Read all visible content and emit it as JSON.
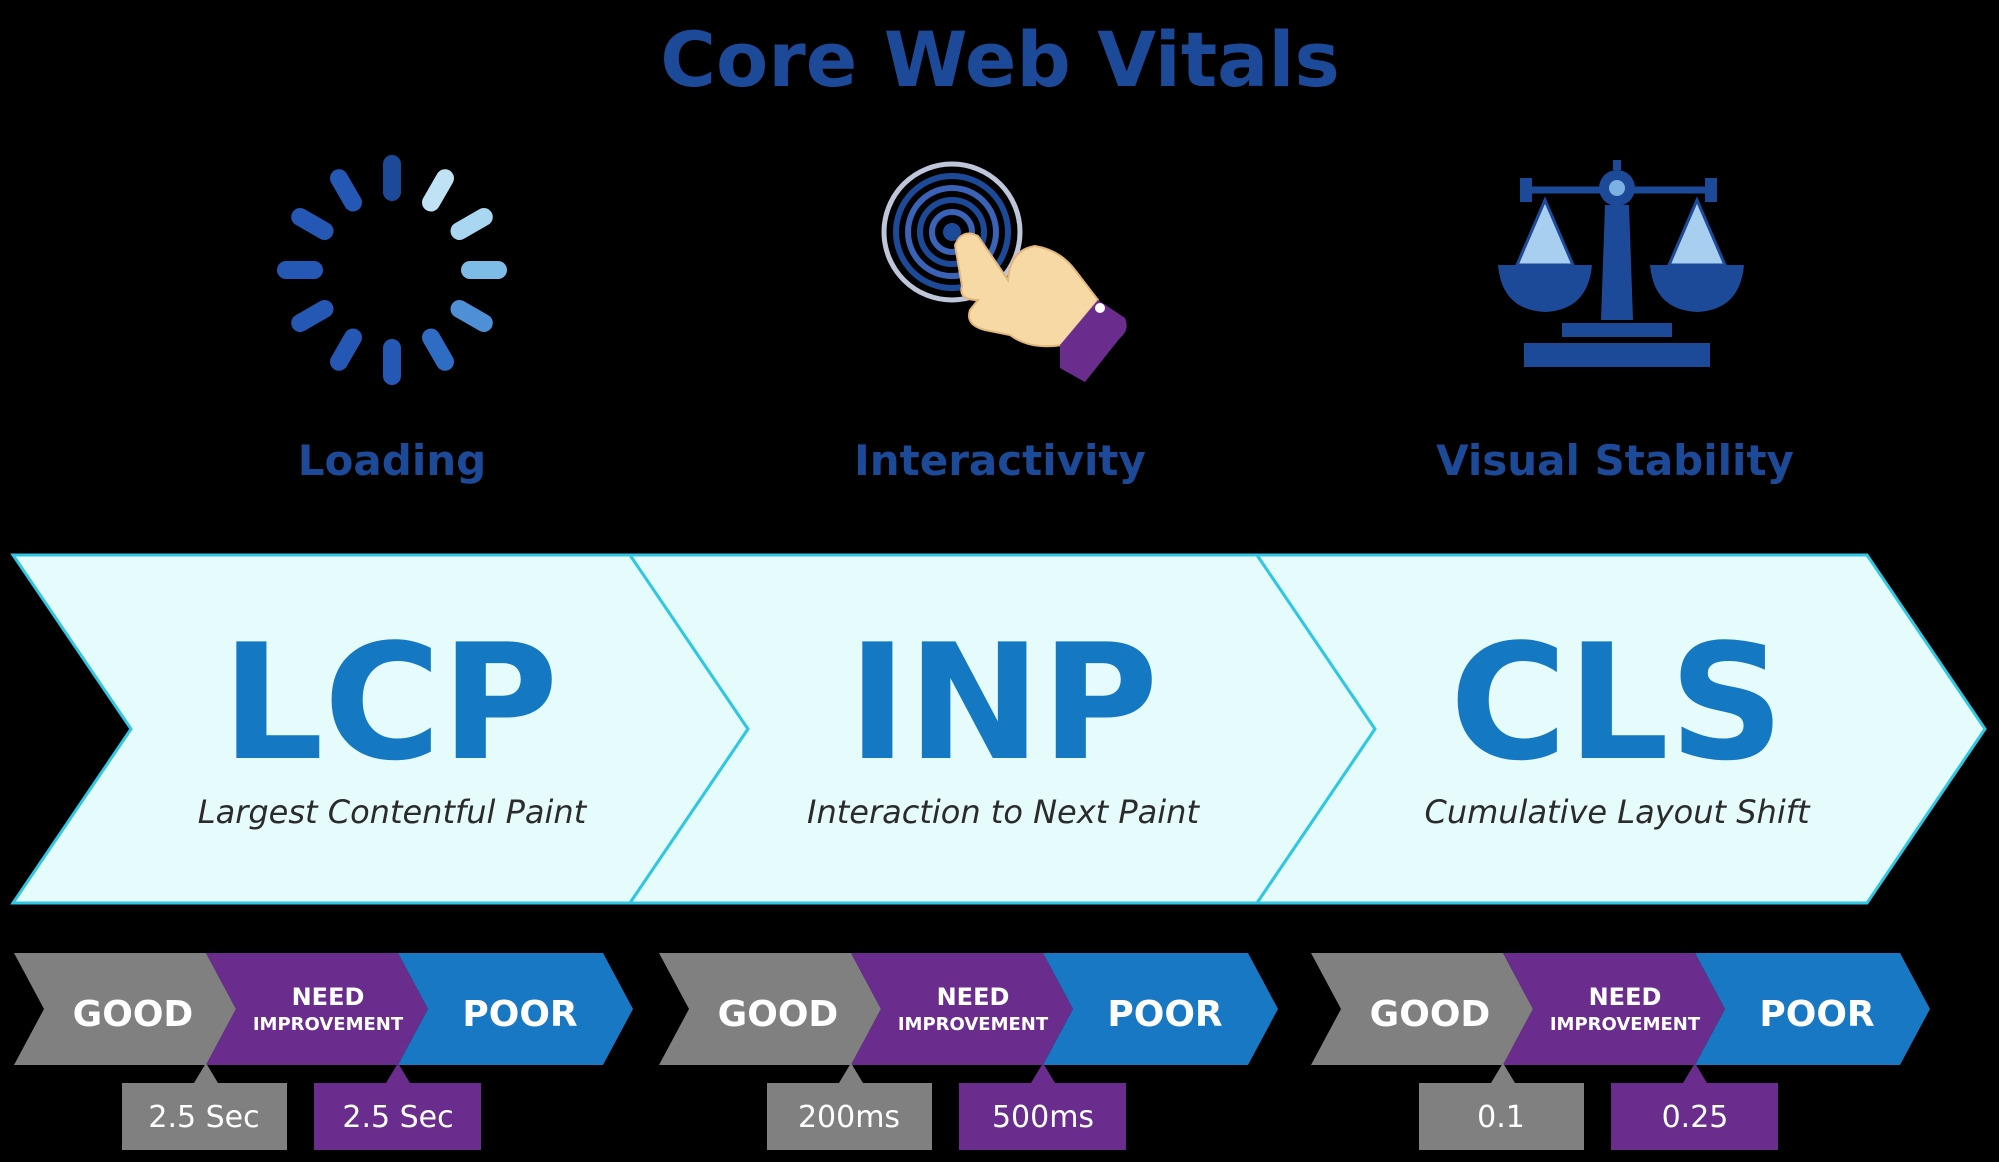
{
  "title": "Core Web Vitals",
  "colors": {
    "dark_blue": "#1D4A98",
    "metric_blue": "#1478C2",
    "light_cyan_fill": "#E6FBFC",
    "cyan_border": "#2FC7E3",
    "grey": "#808080",
    "purple": "#6A2D8E",
    "poor_blue": "#1878C4",
    "skin": "#F7D9A6"
  },
  "categories": [
    {
      "label": "Loading",
      "icon": "loading-spinner-icon"
    },
    {
      "label": "Interactivity",
      "icon": "pointing-hand-touch-icon"
    },
    {
      "label": "Visual Stability",
      "icon": "balance-scale-icon"
    }
  ],
  "metrics": [
    {
      "abbr": "LCP",
      "name": "Largest Contentful Paint",
      "scale": [
        "GOOD",
        "NEED",
        "IMPROVEMENT",
        "POOR"
      ],
      "thresholds": [
        "2.5 Sec",
        "2.5 Sec"
      ]
    },
    {
      "abbr": "INP",
      "name": "Interaction to Next Paint",
      "scale": [
        "GOOD",
        "NEED",
        "IMPROVEMENT",
        "POOR"
      ],
      "thresholds": [
        "200ms",
        "500ms"
      ]
    },
    {
      "abbr": "CLS",
      "name": "Cumulative Layout Shift",
      "scale": [
        "GOOD",
        "NEED",
        "IMPROVEMENT",
        "POOR"
      ],
      "thresholds": [
        "0.1",
        "0.25"
      ]
    }
  ]
}
